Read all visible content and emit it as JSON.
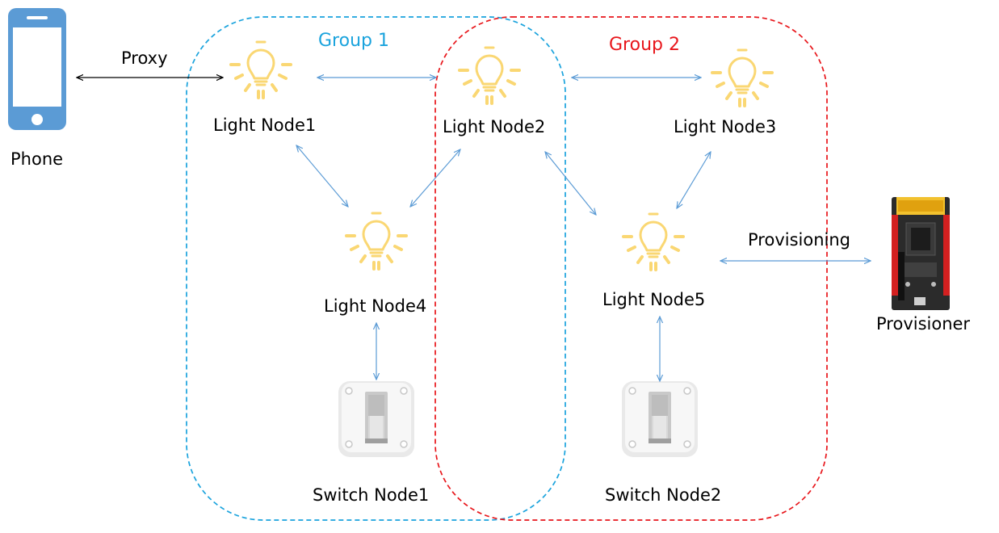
{
  "groups": [
    {
      "label": "Group 1",
      "color": "#1aa3dd"
    },
    {
      "label": "Group 2",
      "color": "#e8161b"
    }
  ],
  "devices": {
    "phone": {
      "label": "Phone",
      "icon": "smartphone-icon",
      "color": "#5b9bd5"
    },
    "provisioner": {
      "label": "Provisioner",
      "icon": "dev-board-icon"
    }
  },
  "light_nodes": [
    {
      "label": "Light Node1",
      "icon": "light-bulb-icon"
    },
    {
      "label": "Light Node2",
      "icon": "light-bulb-icon"
    },
    {
      "label": "Light Node3",
      "icon": "light-bulb-icon"
    },
    {
      "label": "Light Node4",
      "icon": "light-bulb-icon"
    },
    {
      "label": "Light Node5",
      "icon": "light-bulb-icon"
    }
  ],
  "switch_nodes": [
    {
      "label": "Switch Node1",
      "icon": "toggle-switch-icon"
    },
    {
      "label": "Switch Node2",
      "icon": "toggle-switch-icon"
    }
  ],
  "links": {
    "proxy": "Proxy",
    "provisioning": "Provisioning"
  },
  "colors": {
    "bulb": "#fad773",
    "arrow": "#5b9bd5",
    "proxy_arrow": "#000000"
  }
}
